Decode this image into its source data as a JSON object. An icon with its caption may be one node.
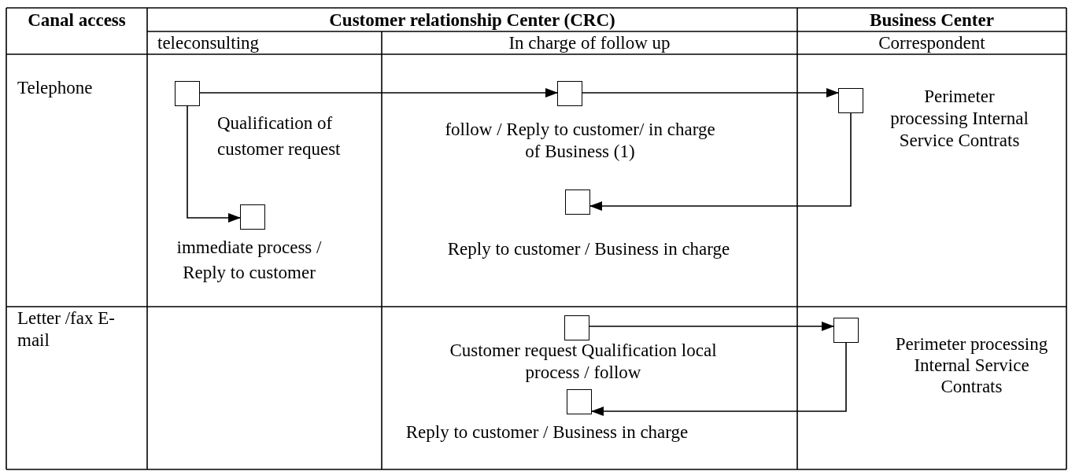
{
  "diagram": {
    "nodes": [
      {
        "text": [],
        "shape": "box",
        "beside": [
          "Qualification of customer request"
        ]
      },
      {
        "text": [],
        "shape": "box",
        "beside": [
          "follow / Reply to customer/ in charge of Business (1)"
        ]
      },
      {
        "text": [],
        "shape": "box",
        "beside": [
          "Perimeter processing Internal Service Contrats"
        ]
      },
      {
        "text": [],
        "shape": "box",
        "beside": [
          "immediate process / Reply to customer"
        ]
      },
      {
        "text": [],
        "shape": "box",
        "beside": [
          "Reply to customer / Business in charge"
        ]
      },
      {
        "text": [],
        "shape": "box",
        "beside": [
          "Customer request Qualification local process / follow"
        ]
      },
      {
        "text": [],
        "shape": "box",
        "beside": [
          "Perimeter processing Internal Service Contrats"
        ]
      },
      {
        "text": [],
        "shape": "box",
        "beside": [
          "Reply to customer / Business in charge"
        ]
      }
    ],
    "edges": [
      {
        "from": 0,
        "to": 1,
        "arrow": "to"
      },
      {
        "from": 1,
        "to": 2,
        "arrow": "to"
      },
      {
        "from": 0,
        "to": 3,
        "arrow": "to"
      },
      {
        "from": 2,
        "to": 4,
        "arrow": "to"
      },
      {
        "from": 5,
        "to": 6,
        "arrow": "to"
      },
      {
        "from": 6,
        "to": 7,
        "arrow": "to"
      }
    ],
    "labels": [
      "Canal access",
      "Customer relationship Center (CRC)",
      "Business Center",
      "teleconsulting",
      "In charge of follow up",
      "Correspondent",
      "Telephone",
      "Letter /fax E-mail"
    ]
  }
}
